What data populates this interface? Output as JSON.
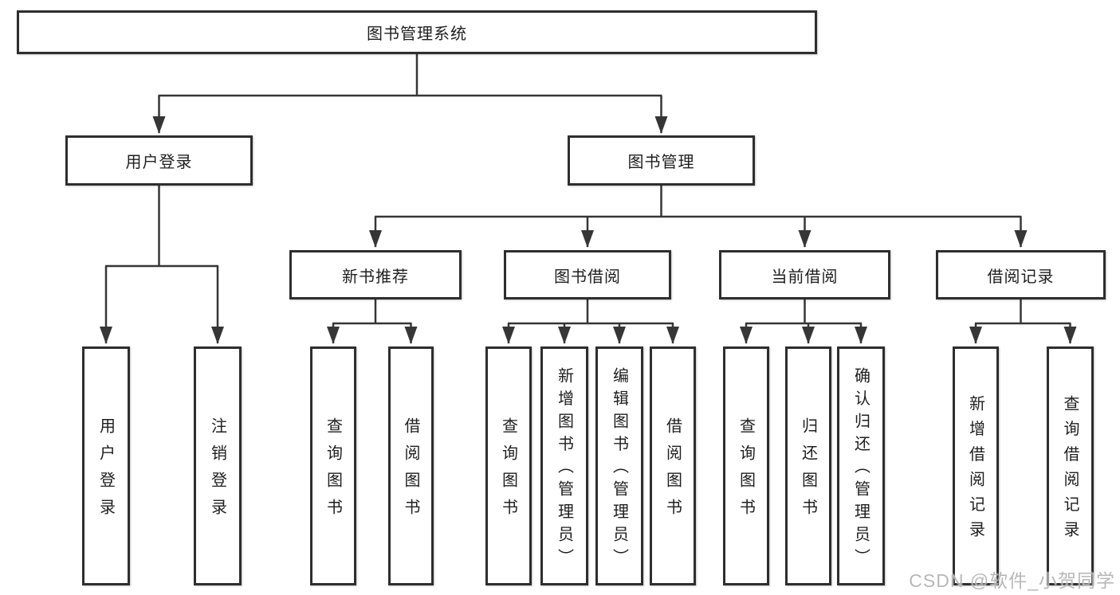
{
  "diagram": {
    "type": "hierarchy-tree",
    "tree": {
      "label": "图书管理系统",
      "children": [
        {
          "label": "用户登录",
          "children": [
            {
              "label": "用户登录"
            },
            {
              "label": "注销登录"
            }
          ]
        },
        {
          "label": "图书管理",
          "children": [
            {
              "label": "新书推荐",
              "children": [
                {
                  "label": "查询图书"
                },
                {
                  "label": "借阅图书"
                }
              ]
            },
            {
              "label": "图书借阅",
              "children": [
                {
                  "label": "查询图书"
                },
                {
                  "label": "新增图书（管理员）"
                },
                {
                  "label": "编辑图书（管理员）"
                },
                {
                  "label": "借阅图书"
                }
              ]
            },
            {
              "label": "当前借阅",
              "children": [
                {
                  "label": "查询图书"
                },
                {
                  "label": "归还图书"
                },
                {
                  "label": "确认归还（管理员）"
                }
              ]
            },
            {
              "label": "借阅记录",
              "children": [
                {
                  "label": "新增借阅记录"
                },
                {
                  "label": "查询借阅记录"
                }
              ]
            }
          ]
        }
      ]
    },
    "colors": {
      "background": "#ffffff",
      "box_border": "#2e2e2e",
      "connector_line": "#363636",
      "text": "#1e1e1e",
      "watermark_text": "#aeaeae"
    }
  },
  "watermark": {
    "text": "CSDN @软件_小贺同学"
  }
}
